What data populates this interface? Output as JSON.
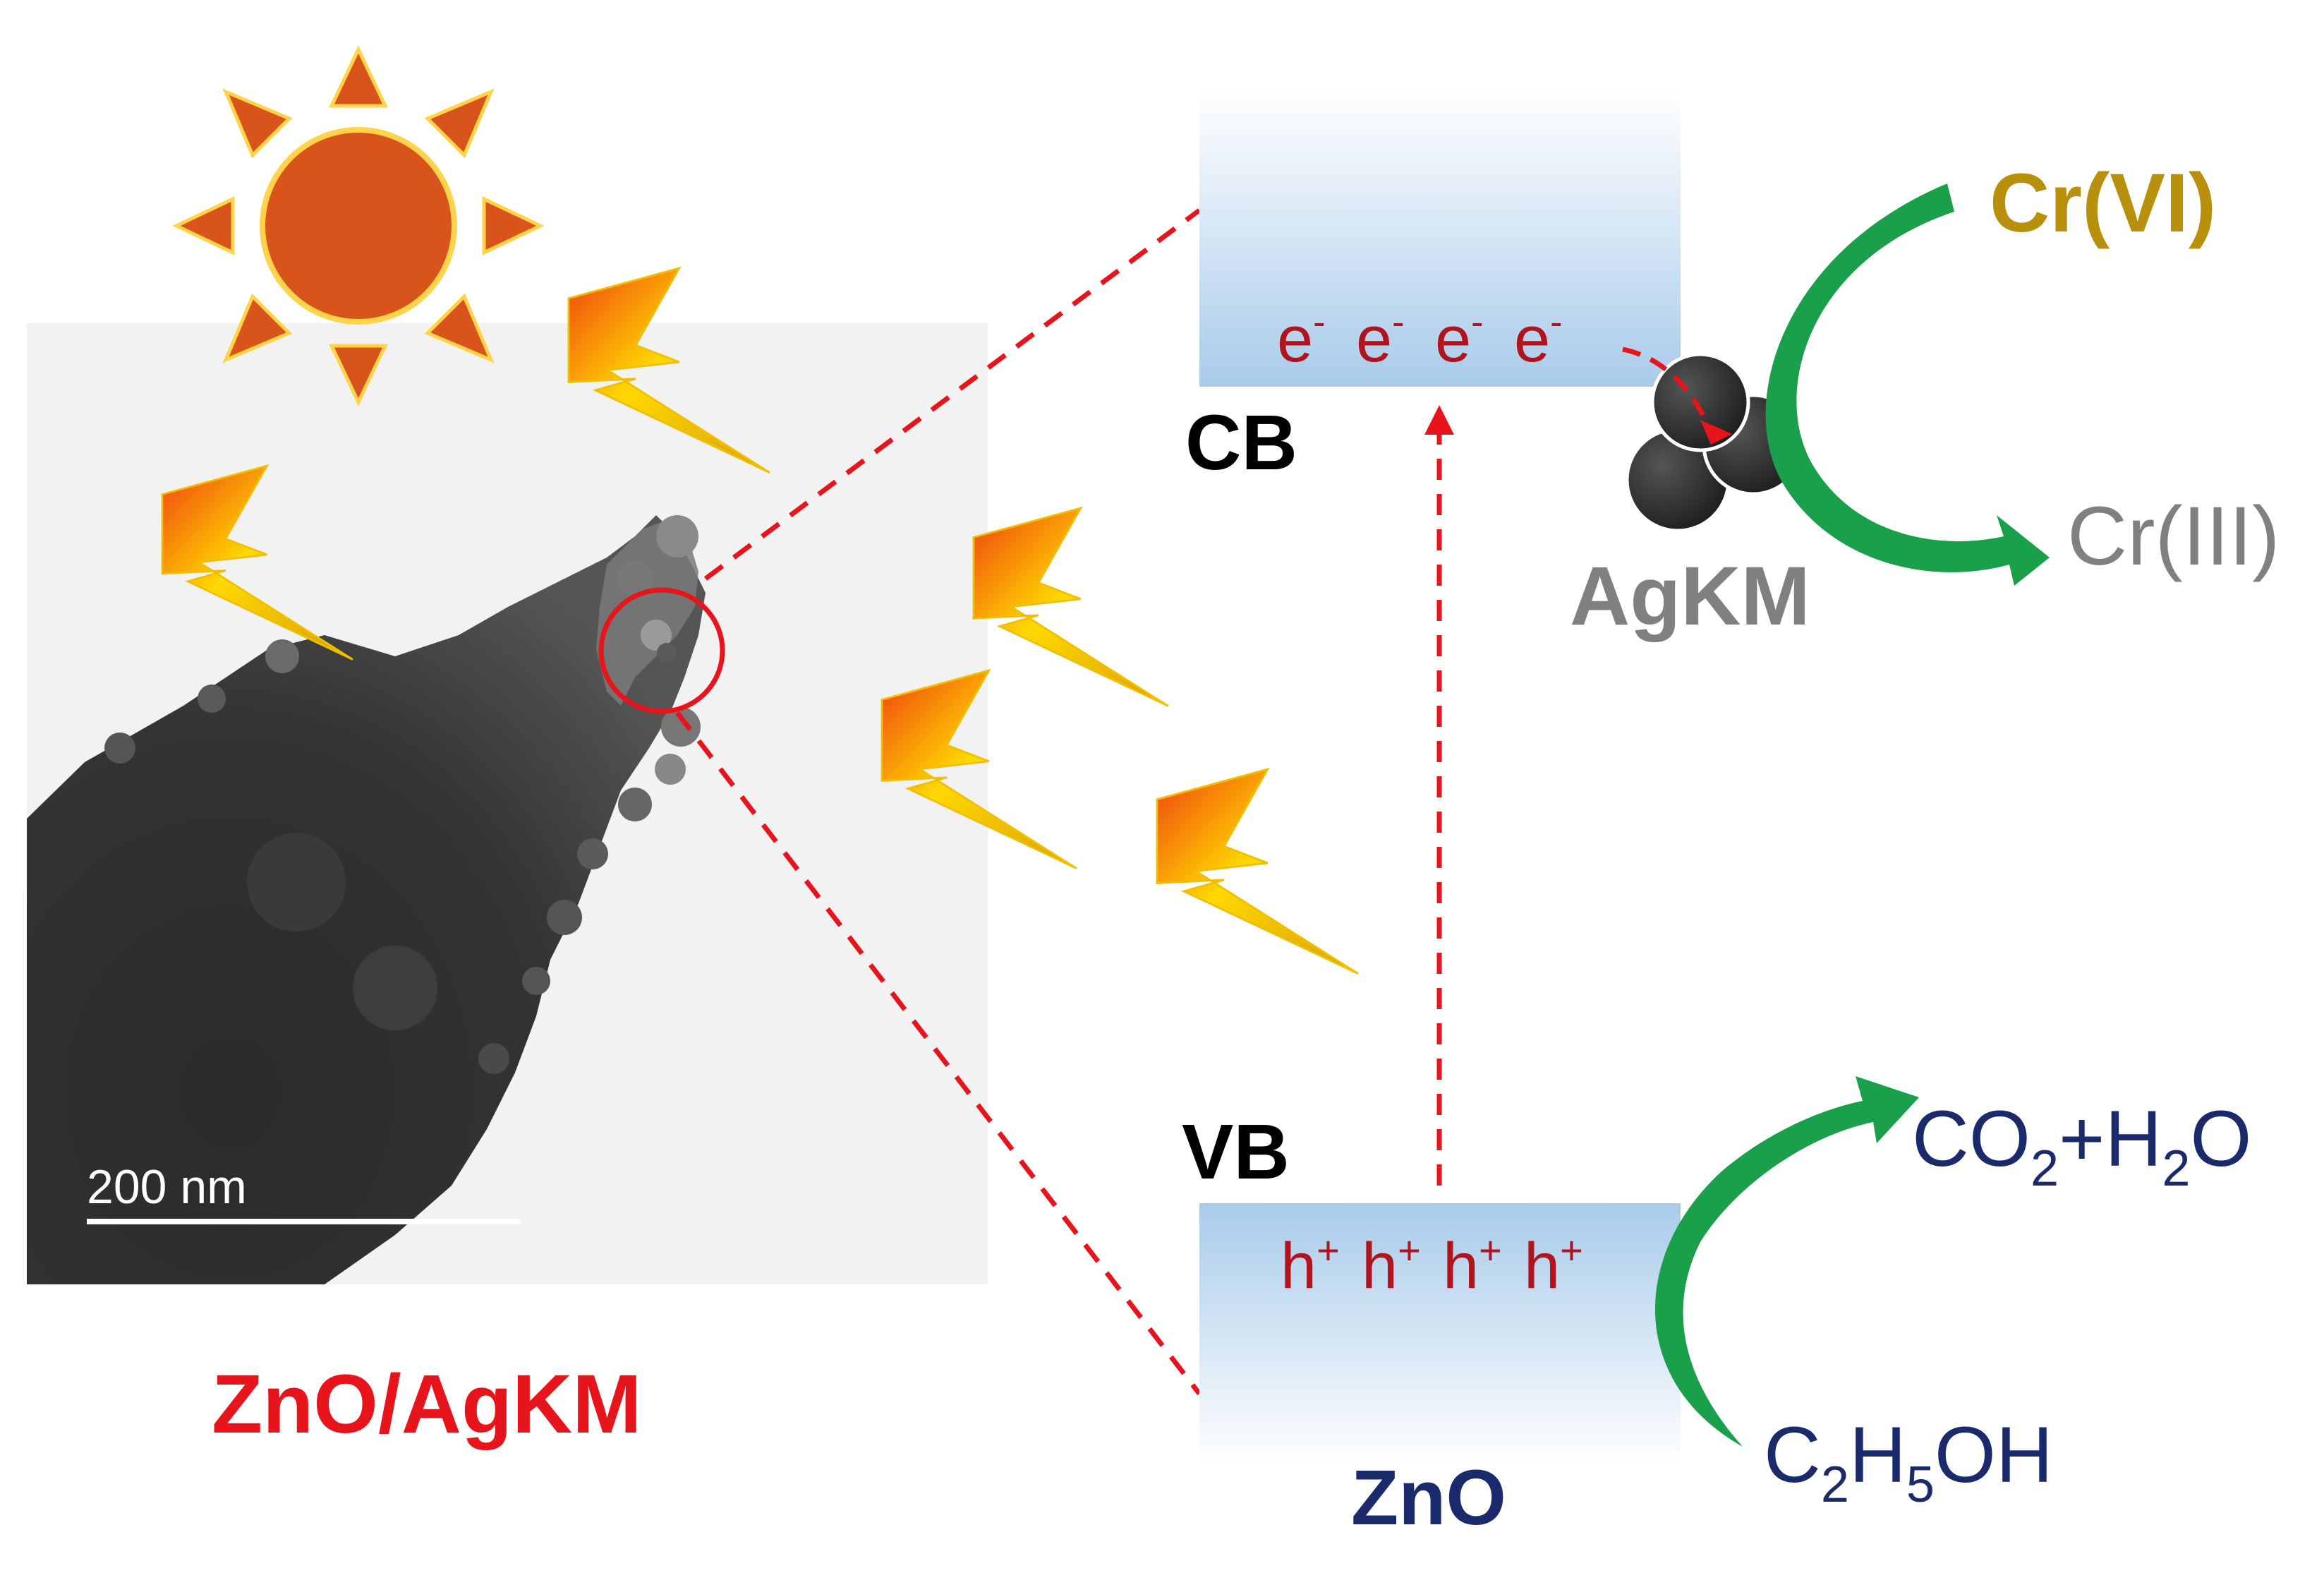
{
  "tem": {
    "scale_bar_label": "200 nm"
  },
  "labels": {
    "composite": "ZnO/AgKM",
    "cb": "CB",
    "vb": "VB",
    "semiconductor": "ZnO",
    "cocatalyst": "AgKM",
    "electron": "e",
    "electron_charge": "-",
    "hole": "h",
    "hole_charge": "+",
    "cr6": "Cr(VI)",
    "cr3": "Cr(III)",
    "ethanol_c": "C",
    "ethanol_sub1": "2",
    "ethanol_h": "H",
    "ethanol_sub2": "5",
    "ethanol_oh": "OH",
    "products_co": "CO",
    "products_sub1": "2",
    "products_plus_h": "+H",
    "products_sub2": "2",
    "products_o": "O"
  },
  "colors": {
    "red_label": "#e8141c",
    "charge": "#b0141c",
    "dark_blue": "#1a2a6a",
    "gold": "#b8900c",
    "gray": "#808080",
    "green": "#1aa04a",
    "sun": "#d9541a",
    "band_blue": "#a8cbea"
  },
  "icons": [
    "sun-icon",
    "lightning-icon",
    "nanoparticle-cluster-icon"
  ]
}
